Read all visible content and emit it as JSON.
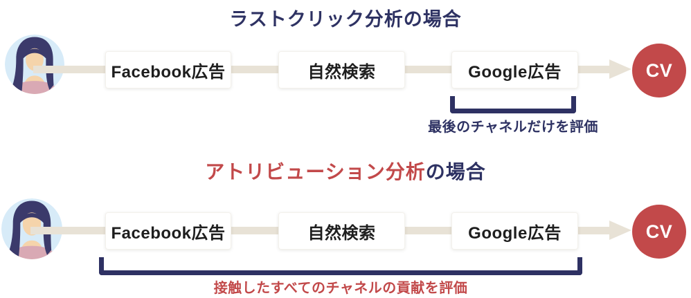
{
  "palette": {
    "navy": "#2e3263",
    "red": "#c2494a",
    "arrow_beige": "#e8e2d6",
    "box_text": "#1e1e1e",
    "box_bg": "#ffffff",
    "avatar_bg": "#d7ebf8",
    "avatar_hair": "#3b3a6b",
    "avatar_skin": "#f5d4ab",
    "avatar_top": "#d9a9b4"
  },
  "sections": [
    {
      "id": "last-click",
      "title_parts": [
        {
          "text": "ラストクリック分析の場合",
          "color": "navy"
        }
      ],
      "channels": [
        "Facebook広告",
        "自然検索",
        "Google広告"
      ],
      "cv_label": "CV",
      "bracket_label": "最後のチャネルだけを評価",
      "bracket_scope": "last-channel-only"
    },
    {
      "id": "attribution",
      "title_parts": [
        {
          "text": "アトリビューション分析",
          "color": "red"
        },
        {
          "text": "の場合",
          "color": "navy"
        }
      ],
      "channels": [
        "Facebook広告",
        "自然検索",
        "Google広告"
      ],
      "cv_label": "CV",
      "bracket_label": "接触したすべてのチャネルの貢献を評価",
      "bracket_scope": "all-channels"
    }
  ]
}
